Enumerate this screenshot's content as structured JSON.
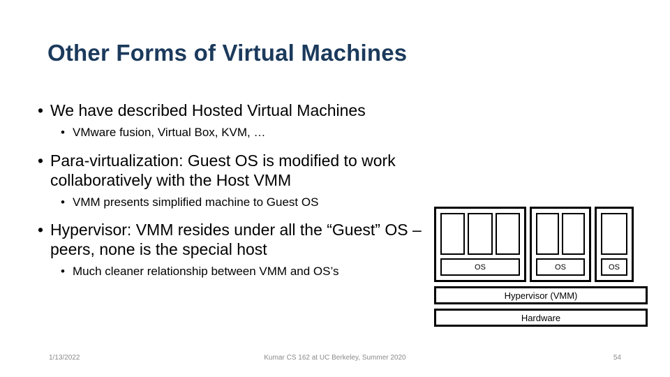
{
  "slide": {
    "title": "Other Forms of Virtual Machines",
    "title_color": "#1b3a5c",
    "bullets": [
      {
        "level": 1,
        "marker": "•",
        "text": "We have described Hosted Virtual Machines"
      },
      {
        "level": 2,
        "marker": "•",
        "text": "VMware fusion, Virtual Box, KVM, …"
      },
      {
        "level": 1,
        "marker": "•",
        "text": "Para-virtualization: Guest OS is modified to work collaboratively with the Host VMM"
      },
      {
        "level": 2,
        "marker": "•",
        "text": "VMM presents simplified machine to Guest OS"
      },
      {
        "level": 1,
        "marker": "•",
        "text": "Hypervisor: VMM resides under all the “Guest” OS – peers, none is the special host"
      },
      {
        "level": 2,
        "marker": "•",
        "text": "Much cleaner relationship between VMM and OS’s"
      }
    ]
  },
  "diagram": {
    "vms": [
      {
        "app_count": 3,
        "os_label": "OS"
      },
      {
        "app_count": 2,
        "os_label": "OS"
      },
      {
        "app_count": 1,
        "os_label": "OS"
      }
    ],
    "hypervisor_label": "Hypervisor (VMM)",
    "hardware_label": "Hardware",
    "line_color": "#000000"
  },
  "footer": {
    "date": "1/13/2022",
    "course": "Kumar CS 162 at UC Berkeley, Summer 2020",
    "page": "54"
  }
}
